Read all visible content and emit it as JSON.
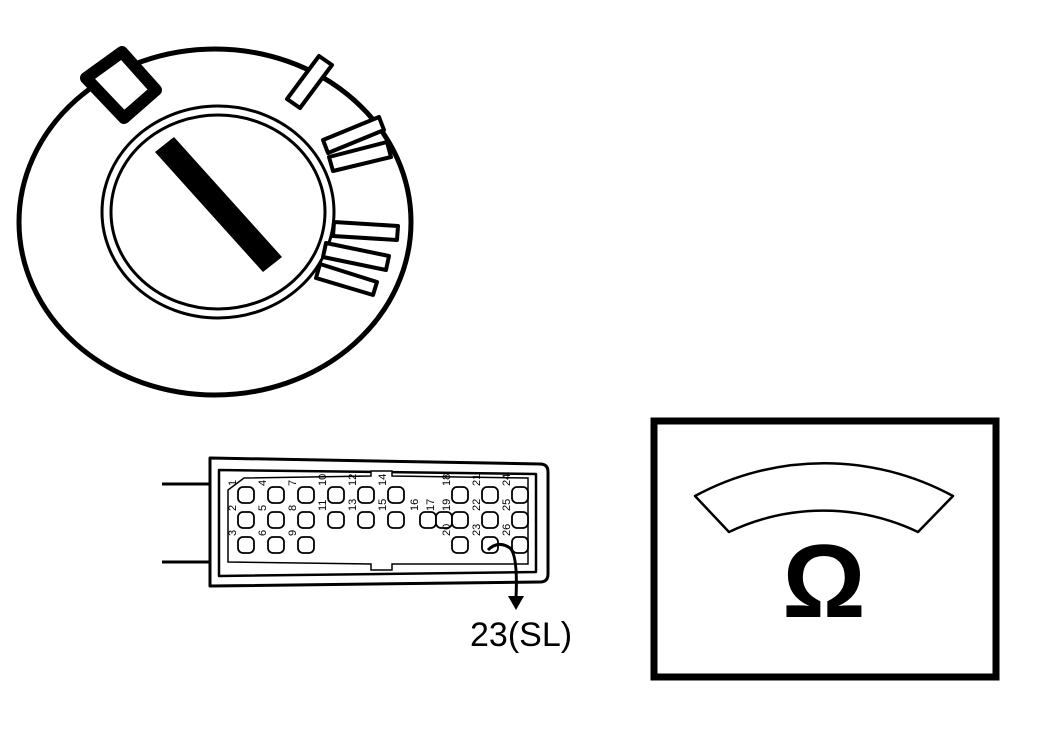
{
  "connector": {
    "pins": [
      {
        "n": "1",
        "row": 0,
        "col": 0
      },
      {
        "n": "4",
        "row": 0,
        "col": 1
      },
      {
        "n": "7",
        "row": 0,
        "col": 2
      },
      {
        "n": "10",
        "row": 0,
        "col": 3
      },
      {
        "n": "2",
        "row": 1,
        "col": 0
      },
      {
        "n": "5",
        "row": 1,
        "col": 1
      },
      {
        "n": "8",
        "row": 1,
        "col": 2
      },
      {
        "n": "11",
        "row": 1,
        "col": 3
      },
      {
        "n": "3",
        "row": 2,
        "col": 0
      },
      {
        "n": "6",
        "row": 2,
        "col": 1
      },
      {
        "n": "9",
        "row": 2,
        "col": 2
      },
      {
        "n": "12",
        "row": 0,
        "col": 4
      },
      {
        "n": "14",
        "row": 0,
        "col": 5
      },
      {
        "n": "13",
        "row": 1,
        "col": 4
      },
      {
        "n": "15",
        "row": 1,
        "col": 5
      },
      {
        "n": "16",
        "row": 1,
        "col": 6
      },
      {
        "n": "18",
        "row": 0,
        "col": 7
      },
      {
        "n": "21",
        "row": 0,
        "col": 8
      },
      {
        "n": "24",
        "row": 0,
        "col": 9
      },
      {
        "n": "17",
        "row": 1,
        "col": 6.5
      },
      {
        "n": "19",
        "row": 1,
        "col": 7
      },
      {
        "n": "22",
        "row": 1,
        "col": 8
      },
      {
        "n": "25",
        "row": 1,
        "col": 9
      },
      {
        "n": "20",
        "row": 2,
        "col": 7
      },
      {
        "n": "23",
        "row": 2,
        "col": 8
      },
      {
        "n": "26",
        "row": 2,
        "col": 9
      }
    ],
    "callout_label": "23(SL)"
  },
  "meter": {
    "symbol": "Ω"
  }
}
